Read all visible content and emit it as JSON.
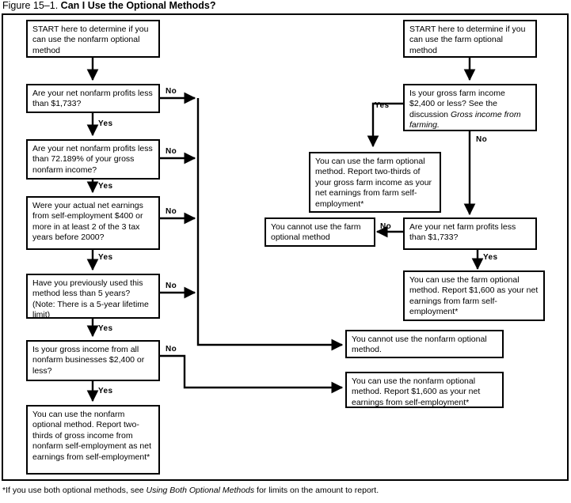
{
  "figure": {
    "label": "Figure 15–1.",
    "title": "Can I Use the Optional Methods?"
  },
  "footnote": {
    "pre": "*If you use both optional methods, see ",
    "italic": "Using Both Optional Methods",
    "post": " for limits on the amount to report."
  },
  "edge_labels": {
    "yes": "Yes",
    "no": "No"
  },
  "nodes": {
    "nonfarm_start": "START here to determine if you can use the nonfarm optional method",
    "nonfarm_q1": "Are your net nonfarm profits less than $1,733?",
    "nonfarm_q2": "Are your net nonfarm profits less than 72.189% of your gross nonfarm income?",
    "nonfarm_q3": "Were your actual net earnings from self-employment $400 or more in at least 2 of the 3 tax years before 2000?",
    "nonfarm_q4": "Have you previously used this method less than 5 years? (Note: There is a 5-year lifetime limit)",
    "nonfarm_q5": "Is your gross income from all nonfarm businesses $2,400 or less?",
    "nonfarm_result_twothirds": "You can use the nonfarm optional method. Report two-thirds of gross income from nonfarm self-employment as net earnings from self-employment*",
    "nonfarm_cannot": "You cannot use the nonfarm optional method.",
    "nonfarm_result_1600": "You can use the nonfarm optional method. Report $1,600 as your net earnings from self-employment*",
    "farm_start": "START here to determine if you can use the farm optional method",
    "farm_q1_pre": "Is your gross farm income $2,400 or less? See the discussion ",
    "farm_q1_italic": "Gross income from farming.",
    "farm_result_twothirds": "You can use the farm optional method. Report two-thirds of your gross farm income as your net earnings from farm self-employment*",
    "farm_cannot": "You cannot use the farm optional method",
    "farm_q2": "Are your net farm profits less than $1,733?",
    "farm_result_1600": "You can use the farm optional method. Report $1,600 as your net earnings from farm self-employment*"
  }
}
